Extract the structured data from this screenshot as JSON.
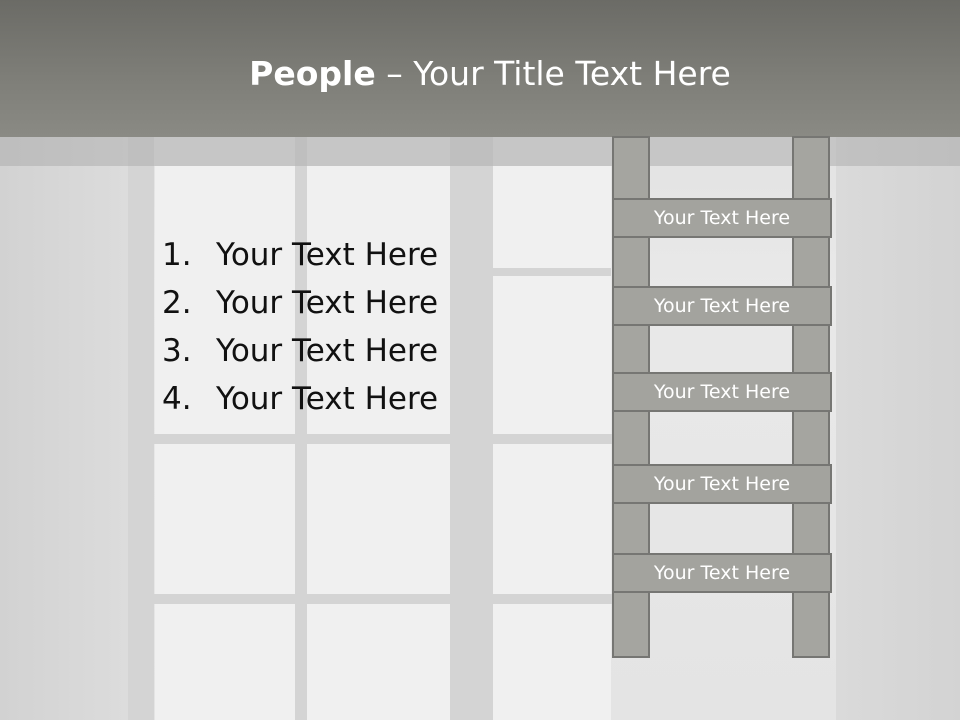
{
  "slide": {
    "title_bold": "People",
    "title_rest": " – Your Title Text Here"
  },
  "list": {
    "items": [
      {
        "number": "1.",
        "text": "Your Text Here"
      },
      {
        "number": "2.",
        "text": "Your Text Here"
      },
      {
        "number": "3.",
        "text": "Your Text Here"
      },
      {
        "number": "4.",
        "text": "Your Text Here"
      }
    ]
  },
  "ladder": {
    "rungs": [
      {
        "label": "Your Text Here"
      },
      {
        "label": "Your Text Here"
      },
      {
        "label": "Your Text Here"
      },
      {
        "label": "Your Text Here"
      },
      {
        "label": "Your Text Here"
      }
    ]
  },
  "colors": {
    "header": "#7f7f79",
    "ladder_fill": "#a5a5a0",
    "ladder_border": "#767673",
    "text_dark": "#111111",
    "text_light": "#ffffff"
  }
}
